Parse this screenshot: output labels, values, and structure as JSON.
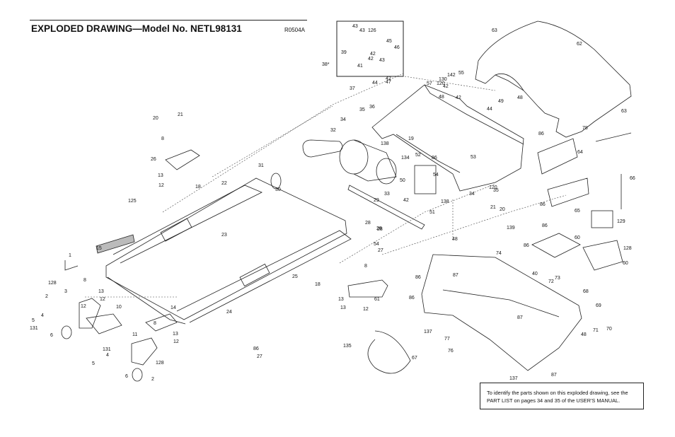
{
  "header": {
    "title": "EXPLODED DRAWING—Model No. NETL98131",
    "code": "R0504A"
  },
  "note": "To identify the parts shown on this exploded drawing, see the PART LIST on pages 34 and 35 of the USER'S MANUAL.",
  "part_labels": [
    "1",
    "2",
    "2",
    "3",
    "4",
    "4",
    "5",
    "5",
    "6",
    "6",
    "8",
    "8",
    "8",
    "8",
    "10",
    "11",
    "12",
    "12",
    "12",
    "12",
    "12",
    "13",
    "13",
    "13",
    "13",
    "13",
    "14",
    "15",
    "18",
    "18",
    "19",
    "20",
    "20",
    "21",
    "21",
    "22",
    "23",
    "24",
    "25",
    "26",
    "27",
    "27",
    "28",
    "28",
    "28",
    "29",
    "30",
    "31",
    "32",
    "33",
    "34",
    "34",
    "35",
    "35",
    "36",
    "37",
    "38*",
    "39",
    "40",
    "41",
    "42",
    "42",
    "42",
    "42",
    "42",
    "42",
    "43",
    "43",
    "43",
    "44",
    "44",
    "45",
    "46",
    "47",
    "48",
    "48",
    "48",
    "48",
    "49",
    "50",
    "51",
    "52",
    "53",
    "54",
    "54",
    "55",
    "57",
    "60",
    "60",
    "61",
    "62",
    "63",
    "63",
    "64",
    "65",
    "66",
    "67",
    "68",
    "69",
    "70",
    "71",
    "72",
    "73",
    "74",
    "76",
    "77",
    "78",
    "86",
    "86",
    "86",
    "86",
    "86",
    "86",
    "86",
    "86",
    "87",
    "87",
    "87",
    "120",
    "120",
    "125",
    "126",
    "128",
    "128",
    "128",
    "129",
    "130",
    "131",
    "131",
    "134",
    "135",
    "137",
    "137",
    "138",
    "138",
    "139",
    "142"
  ]
}
